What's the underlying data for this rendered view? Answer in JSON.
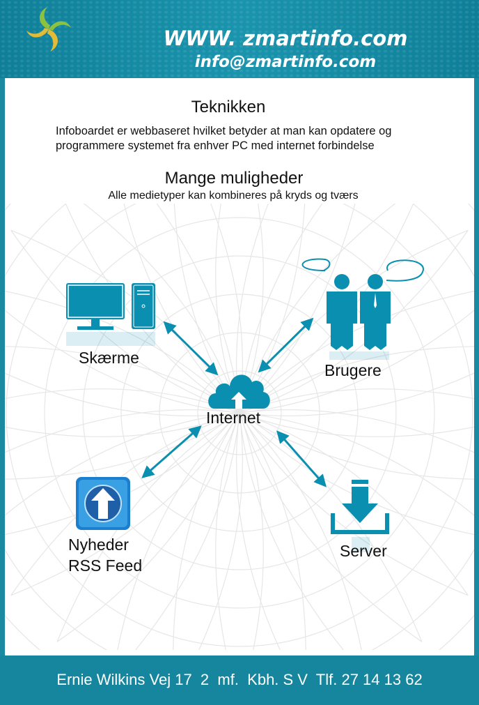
{
  "header": {
    "site": "WWW. zmartinfo.com",
    "email": "info@zmartinfo.com"
  },
  "intro": {
    "title": "Teknikken",
    "text": "Infoboardet er webbaseret hvilket betyder at man kan opdatere og programmere systemet fra enhver PC med internet forbindelse"
  },
  "options": {
    "title": "Mange muligheder",
    "subtitle": "Alle medietyper kan kombineres på kryds og tværs"
  },
  "diagram": {
    "screens": "Skærme",
    "users": "Brugere",
    "internet": "Internet",
    "rss_line1": "Nyheder",
    "rss_line2": "RSS Feed",
    "server": "Server"
  },
  "footer": {
    "address": "Ernie Wilkins Vej 17  2  mf.  Kbh. S V  Tlf. 27 14 13 62"
  },
  "colors": {
    "accent": "#0a8fb0",
    "header": "#137f96"
  }
}
